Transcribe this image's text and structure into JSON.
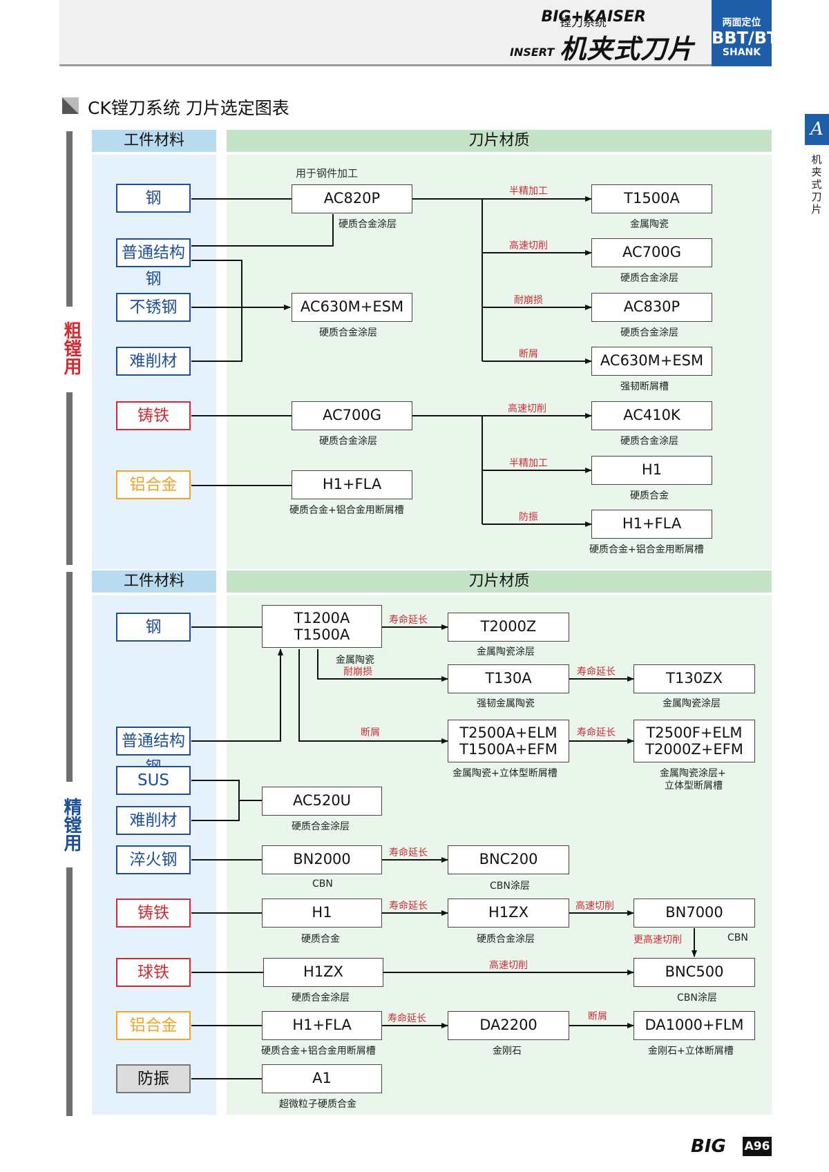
{
  "header": {
    "system": "镗刀系统",
    "brand": "BIG+KAISER",
    "insert": "INSERT",
    "title": "机夹式刀片",
    "box_line1": "两面定位",
    "box_line2": "BBT/BT",
    "box_line3": "SHANK"
  },
  "side_tab": {
    "letter": "A",
    "text": "机夹式刀片"
  },
  "section_title": "CK镗刀系统 刀片选定图表",
  "rough": {
    "label": "粗镗用",
    "header_left": "工件材料",
    "header_right": "刀片材质",
    "note_steel": "用于钢件加工",
    "materials": {
      "steel": "钢",
      "structural": "普通结构钢",
      "stainless": "不锈钢",
      "difficult": "难削材",
      "cast_iron": "铸铁",
      "aluminum": "铝合金"
    },
    "inserts": {
      "ac820p": {
        "name": "AC820P",
        "cap": "硬质合金涂层"
      },
      "ac630m": {
        "name": "AC630M+ESM",
        "cap": "硬质合金涂层"
      },
      "ac700g_a": {
        "name": "AC700G",
        "cap": "硬质合金涂层"
      },
      "h1fla_a": {
        "name": "H1+FLA",
        "cap": "硬质合金+铝合金用断屑槽"
      },
      "t1500a": {
        "name": "T1500A",
        "cap": "金属陶瓷"
      },
      "ac700g_b": {
        "name": "AC700G",
        "cap": "硬质合金涂层"
      },
      "ac830p": {
        "name": "AC830P",
        "cap": "硬质合金涂层"
      },
      "ac630m_b": {
        "name": "AC630M+ESM",
        "cap": "强韧断屑槽"
      },
      "ac410k": {
        "name": "AC410K",
        "cap": "硬质合金涂层"
      },
      "h1": {
        "name": "H1",
        "cap": "硬质合金"
      },
      "h1fla_b": {
        "name": "H1+FLA",
        "cap": "硬质合金+铝合金用断屑槽"
      }
    },
    "labels": {
      "semi1": "半精加工",
      "hs1": "高速切削",
      "wear": "耐崩损",
      "chip": "断屑",
      "hs2": "高速切削",
      "semi2": "半精加工",
      "vib": "防振"
    }
  },
  "finish": {
    "label": "精镗用",
    "header_left": "工件材料",
    "header_right": "刀片材质",
    "materials": {
      "steel": "钢",
      "structural": "普通结构钢",
      "sus": "SUS",
      "difficult": "难削材",
      "hardened": "淬火钢",
      "cast_iron": "铸铁",
      "ductile": "球铁",
      "aluminum": "铝合金",
      "antivib": "防振"
    },
    "inserts": {
      "t1200a": {
        "l1": "T1200A",
        "l2": "T1500A",
        "cap": "金属陶瓷"
      },
      "t2000z": {
        "name": "T2000Z",
        "cap": "金属陶瓷涂层"
      },
      "t130a": {
        "name": "T130A",
        "cap": "强韧金属陶瓷"
      },
      "t130zx": {
        "name": "T130ZX",
        "cap": "金属陶瓷涂层"
      },
      "t2500a": {
        "l1": "T2500A+ELM",
        "l2": "T1500A+EFM",
        "cap": "金属陶瓷+立体型断屑槽"
      },
      "t2500f": {
        "l1": "T2500F+ELM",
        "l2": "T2000Z+EFM",
        "cap1": "金属陶瓷涂层+",
        "cap2": "立体型断屑槽"
      },
      "ac520u": {
        "name": "AC520U",
        "cap": "硬质合金涂层"
      },
      "bn2000": {
        "name": "BN2000",
        "cap": "CBN"
      },
      "bnc200": {
        "name": "BNC200",
        "cap": "CBN涂层"
      },
      "h1": {
        "name": "H1",
        "cap": "硬质合金"
      },
      "h1zx_a": {
        "name": "H1ZX",
        "cap": "硬质合金涂层"
      },
      "bn7000": {
        "name": "BN7000",
        "cap": "CBN"
      },
      "h1zx_b": {
        "name": "H1ZX",
        "cap": "硬质合金涂层"
      },
      "bnc500": {
        "name": "BNC500",
        "cap": "CBN涂层"
      },
      "h1fla": {
        "name": "H1+FLA",
        "cap": "硬质合金+铝合金用断屑槽"
      },
      "da2200": {
        "name": "DA2200",
        "cap": "金刚石"
      },
      "da1000": {
        "name": "DA1000+FLM",
        "cap": "金刚石+立体断屑槽"
      },
      "a1": {
        "name": "A1",
        "cap": "超微粒子硬质合金"
      }
    },
    "labels": {
      "life1": "寿命延长",
      "wear": "耐崩损",
      "life2": "寿命延长",
      "chip": "断屑",
      "life3": "寿命延长",
      "life4": "寿命延长",
      "life5": "寿命延长",
      "hs1": "高速切削",
      "hs_more": "更高速切削",
      "hs2": "高速切削",
      "life6": "寿命延长",
      "chip2": "断屑"
    }
  },
  "footer": {
    "logo": "BIG",
    "page": "A96"
  },
  "colors": {
    "blue": "#1d4f97",
    "red": "#d02c35",
    "orange": "#f2a428",
    "accent": "#1e5da7"
  }
}
